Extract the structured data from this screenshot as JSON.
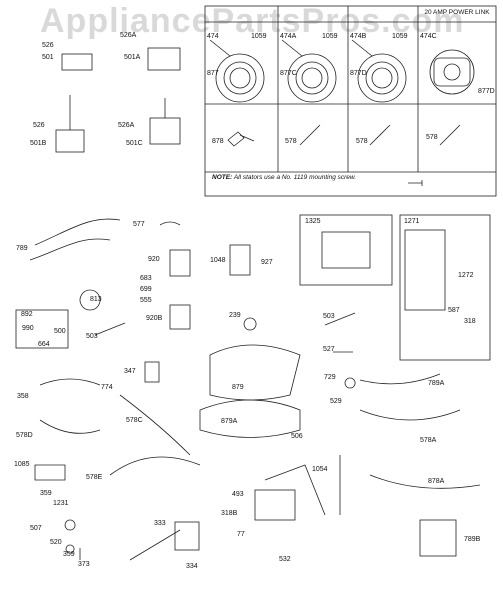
{
  "watermark": "AppliancePartsPros.com",
  "stator_panel": {
    "headers": [
      "",
      "",
      "",
      "20 AMP POWER LINK"
    ],
    "note_prefix": "NOTE:",
    "note_text": "All stators use a No. 1119 mounting screw."
  },
  "callouts": {
    "c474": "474",
    "c1059a": "1059",
    "c877": "877",
    "c474A": "474A",
    "c1059b": "1059",
    "c877C": "877C",
    "c474B": "474B",
    "c1059c": "1059",
    "c877D": "877D",
    "c474C": "474C",
    "c877D2": "877D",
    "c878": "878",
    "c578a": "578",
    "c578b": "578",
    "c578c": "578",
    "c526a": "526",
    "c501": "501",
    "c526A": "526A",
    "c501A": "501A",
    "c526b": "526",
    "c501B": "501B",
    "c526A2": "526A",
    "c501C": "501C",
    "c789": "789",
    "c577": "577",
    "c920": "920",
    "c683": "683",
    "c699": "699",
    "c555": "555",
    "c920B": "920B",
    "c813": "813",
    "c892": "892",
    "c990": "990",
    "c500": "500",
    "c664": "664",
    "c503a": "503",
    "c1048": "1048",
    "c927": "927",
    "c239": "239",
    "c1325": "1325",
    "c1271": "1271",
    "c1272": "1272",
    "c587": "587",
    "c318": "318",
    "c503b": "503",
    "c527": "527",
    "c729": "729",
    "c789A": "789A",
    "c529": "529",
    "c578A": "578A",
    "c347": "347",
    "c774": "774",
    "c358": "358",
    "c578C": "578C",
    "c578D": "578D",
    "c879": "879",
    "c879A": "879A",
    "c506": "506",
    "c1054": "1054",
    "c1085": "1085",
    "c359a": "359",
    "c1231": "1231",
    "c578E": "578E",
    "c878A": "878A",
    "c493": "493",
    "c318B": "318B",
    "c77": "77",
    "c532": "532",
    "c789B": "789B",
    "c333": "333",
    "c334": "334",
    "c507": "507",
    "c520": "520",
    "c359b": "359",
    "c373": "373"
  }
}
